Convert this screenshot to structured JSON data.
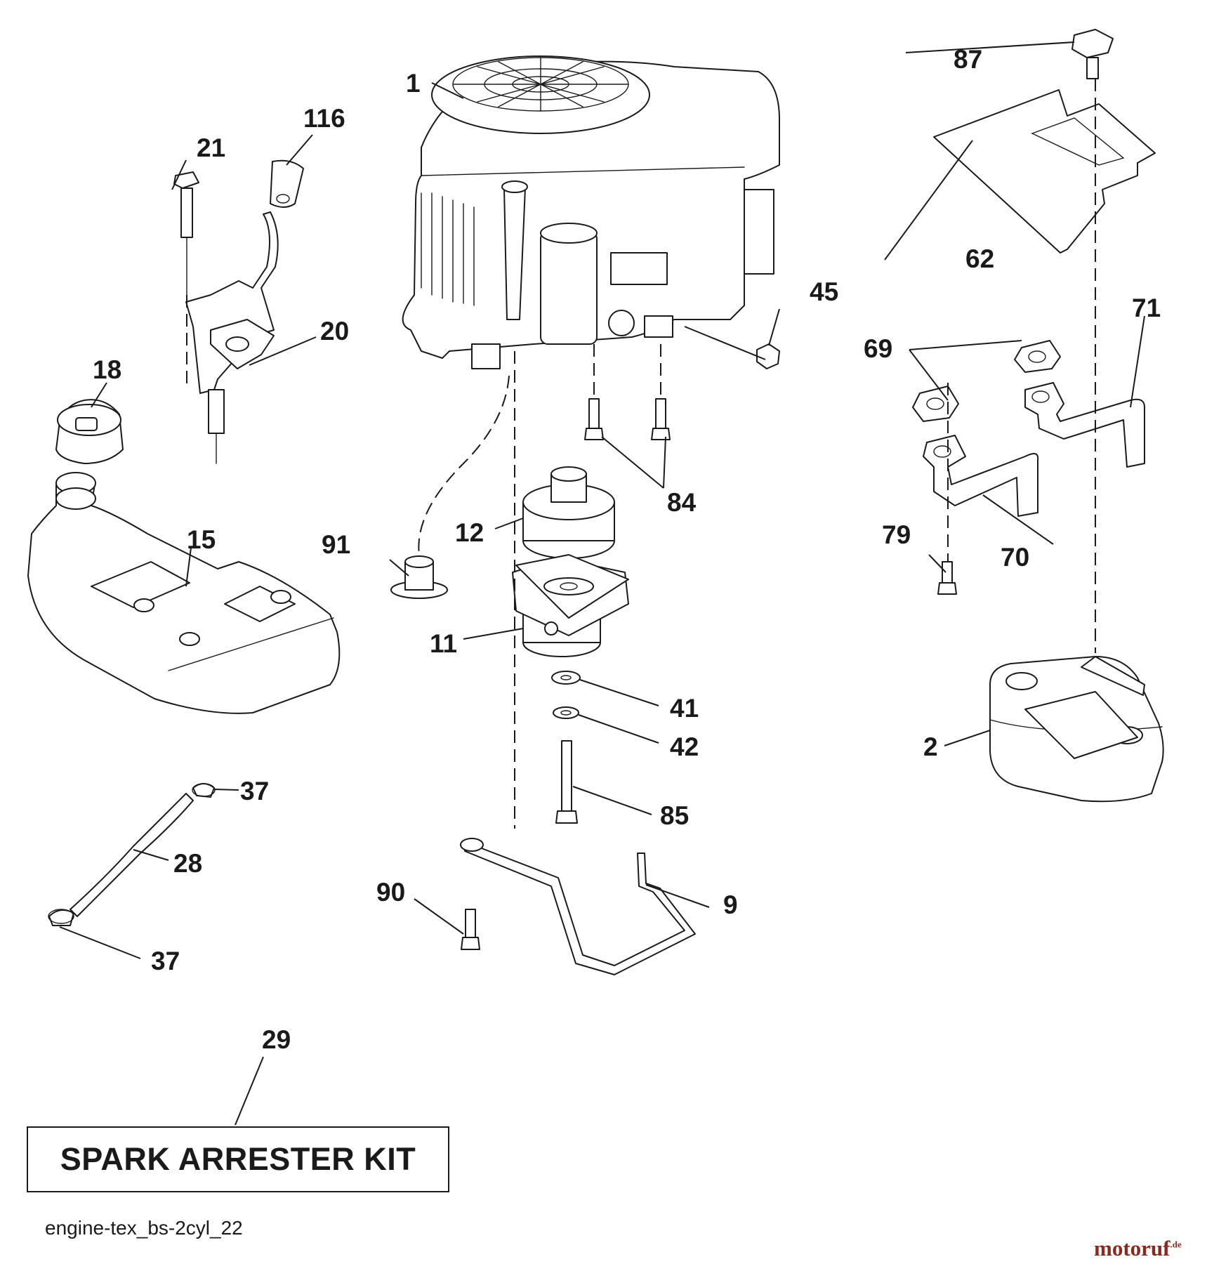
{
  "diagram": {
    "callouts": {
      "c1": "1",
      "c2": "2",
      "c9": "9",
      "c11": "11",
      "c12": "12",
      "c15": "15",
      "c18": "18",
      "c20": "20",
      "c21": "21",
      "c28": "28",
      "c29": "29",
      "c37a": "37",
      "c37b": "37",
      "c41": "41",
      "c42": "42",
      "c45": "45",
      "c62": "62",
      "c69": "69",
      "c70": "70",
      "c71": "71",
      "c79": "79",
      "c84": "84",
      "c85": "85",
      "c87": "87",
      "c90": "90",
      "c91": "91",
      "c116": "116"
    },
    "kit_label": "SPARK ARRESTER KIT",
    "drawing_ref": "engine-tex_bs-2cyl_22"
  },
  "watermark": {
    "brand": "motoruf",
    "suffix": ".de",
    "color": "#8a2a1c"
  }
}
